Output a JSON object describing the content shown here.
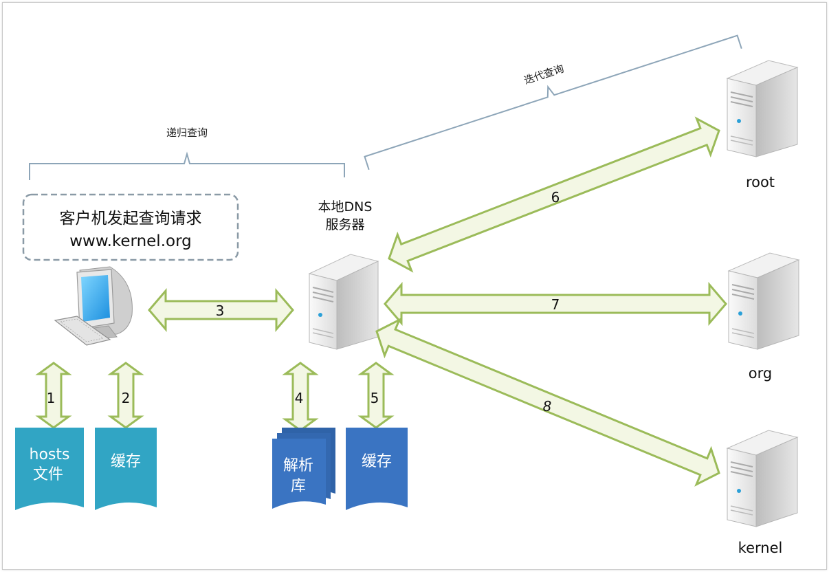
{
  "labels": {
    "recursive_query": "递归查询",
    "iterative_query": "迭代查询",
    "client_request_line1": "客户机发起查询请求",
    "client_request_line2": "www.kernel.org",
    "local_dns_line1": "本地DNS",
    "local_dns_line2": "服务器"
  },
  "servers": {
    "root": "root",
    "org": "org",
    "kernel": "kernel"
  },
  "documents": {
    "hosts_line1": "hosts",
    "hosts_line2": "文件",
    "client_cache": "缓存",
    "resolve_db_line1": "解析",
    "resolve_db_line2": "库",
    "dns_cache": "缓存"
  },
  "steps": {
    "s1": "1",
    "s2": "2",
    "s3": "3",
    "s4": "4",
    "s5": "5",
    "s6": "6",
    "s7": "7",
    "s8": "8"
  },
  "colors": {
    "arrow_fill": "#f3f7e4",
    "arrow_stroke": "#9bbb59",
    "teal_doc": "#31a5c4",
    "blue_doc": "#3a74c2",
    "brace": "#8da5b8",
    "dashed_box": "#8a9aa6"
  }
}
